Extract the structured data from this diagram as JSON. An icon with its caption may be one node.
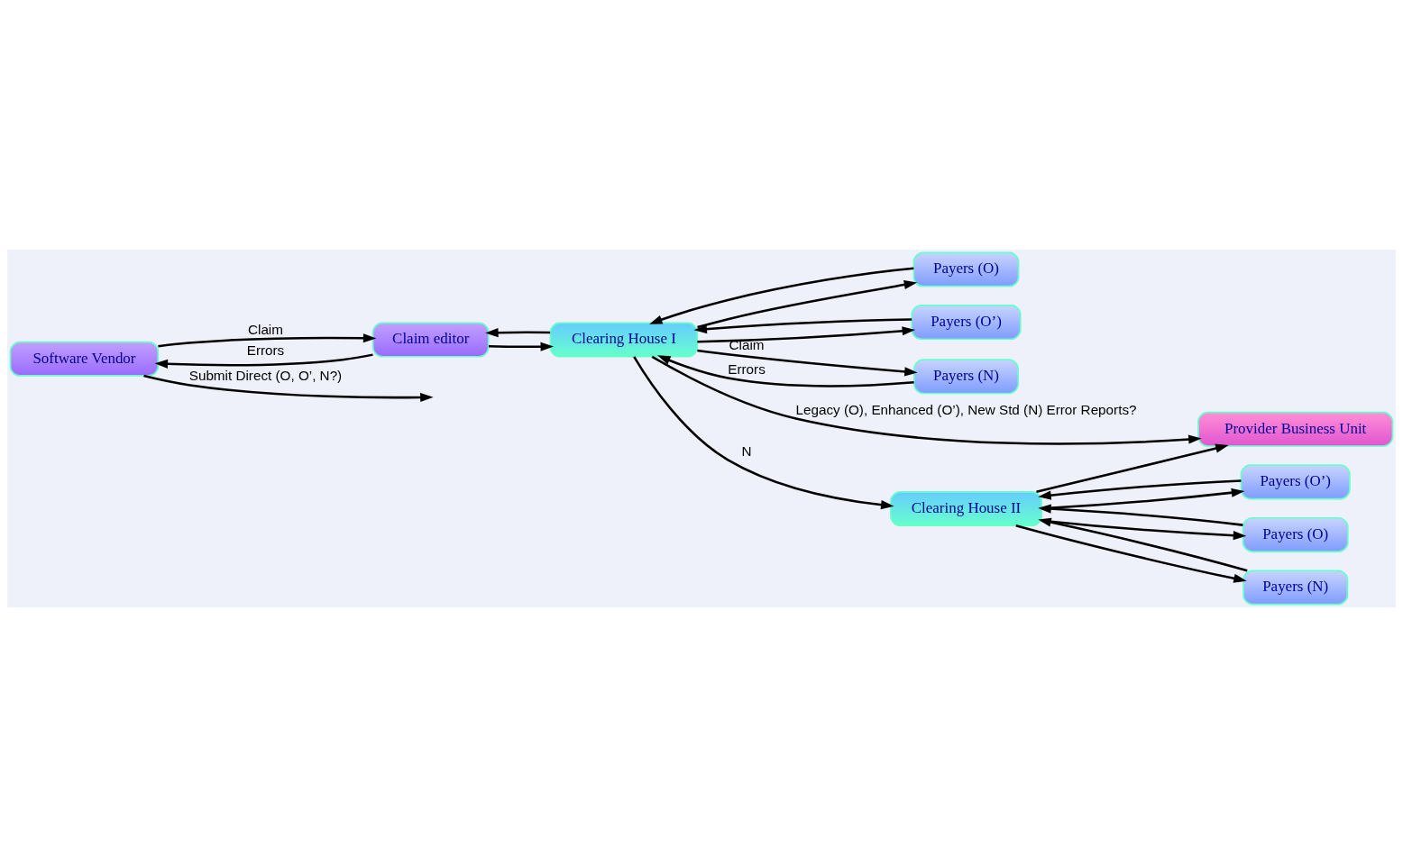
{
  "diagram": {
    "nodes": [
      {
        "text": [
          "Software Vendor"
        ]
      },
      {
        "text": [
          "Claim editor"
        ]
      },
      {
        "text": [
          "Clearing House I"
        ]
      },
      {
        "text": [
          "Payers (O)"
        ]
      },
      {
        "text": [
          "Payers (O’)"
        ]
      },
      {
        "text": [
          "Payers (N)"
        ]
      },
      {
        "text": [
          "Provider Business Unit"
        ]
      },
      {
        "text": [
          "Clearing House II"
        ]
      },
      {
        "text": [
          "Payers (O’)"
        ]
      },
      {
        "text": [
          "Payers (O)"
        ]
      },
      {
        "text": [
          "Payers (N)"
        ]
      }
    ],
    "edges": [
      {
        "from": 0,
        "to": null,
        "arrow": "to",
        "label": "Submit Direct (O, O’, N?)"
      },
      {
        "from": 1,
        "to": 0,
        "arrow": "to",
        "label": "Errors"
      },
      {
        "from": 0,
        "to": 1,
        "arrow": "to",
        "label": "Claim"
      },
      {
        "from": 1,
        "to": 2,
        "arrow": "to"
      },
      {
        "from": 2,
        "to": 1,
        "arrow": "to"
      },
      {
        "from": 2,
        "to": 3,
        "arrow": "to"
      },
      {
        "from": 3,
        "to": 2,
        "arrow": "to"
      },
      {
        "from": 2,
        "to": 4,
        "arrow": "to"
      },
      {
        "from": 4,
        "to": 2,
        "arrow": "to"
      },
      {
        "from": 2,
        "to": 5,
        "arrow": "to",
        "label": "Claim"
      },
      {
        "from": 5,
        "to": 2,
        "arrow": "to",
        "label": "Errors"
      },
      {
        "from": 2,
        "to": 6,
        "arrow": "to",
        "label": "Legacy (O), Enhanced (O’), New Std (N) Error Reports?"
      },
      {
        "from": 2,
        "to": 7,
        "arrow": "to",
        "label": "N"
      },
      {
        "from": 7,
        "to": 6,
        "arrow": "to"
      },
      {
        "from": 7,
        "to": 8,
        "arrow": "to"
      },
      {
        "from": 8,
        "to": 7,
        "arrow": "to"
      },
      {
        "from": 7,
        "to": 10,
        "arrow": "to"
      },
      {
        "from": 10,
        "to": 7,
        "arrow": "to"
      },
      {
        "from": 7,
        "to": 9,
        "arrow": "to"
      },
      {
        "from": 9,
        "to": 7,
        "arrow": "to"
      }
    ]
  }
}
